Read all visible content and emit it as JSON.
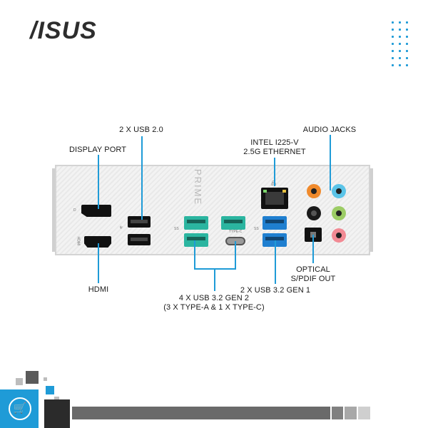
{
  "brand": {
    "logo": "/ISUS"
  },
  "panel": {
    "prime_text": "PRIME",
    "type_c_text": "TYPE-C",
    "hdmi_text": "HDMI"
  },
  "labels": {
    "display_port": "DISPLAY PORT",
    "usb20": "2 X USB 2.0",
    "ethernet_line1": "INTEL I225-V",
    "ethernet_line2": "2.5G ETHERNET",
    "audio_jacks": "AUDIO JACKS",
    "hdmi": "HDMI",
    "usb32g2_line1": "4 X USB 3.2 GEN 2",
    "usb32g2_line2": "(3 X TYPE-A & 1 X TYPE-C)",
    "usb32g1": "2 X USB 3.2 GEN 1",
    "optical_line1": "OPTICAL",
    "optical_line2": "S/PDIF OUT"
  },
  "colors": {
    "accent": "#1f9bd7",
    "usb_gen2_teal": "#2bb5a0",
    "usb_gen1_blue": "#1f7fd0",
    "jack_orange": "#f08a2c",
    "jack_lightblue": "#5bc4e8",
    "jack_green": "#9ccc65",
    "jack_pink": "#f28a94",
    "jack_black": "#1a1a1a"
  }
}
